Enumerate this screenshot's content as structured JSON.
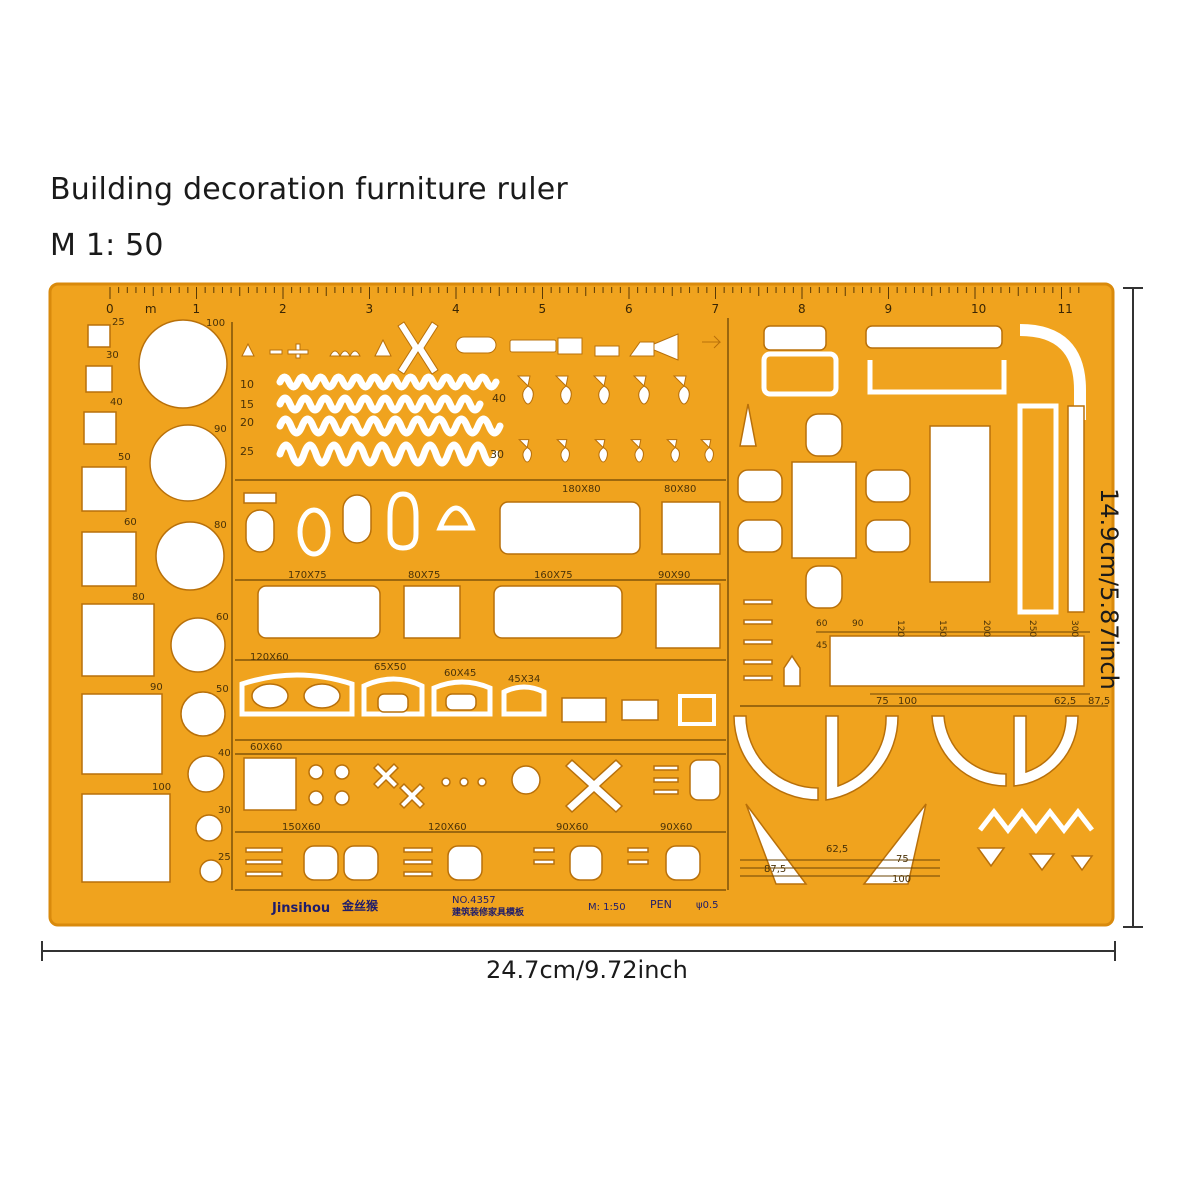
{
  "caption": {
    "title": "Building decoration furniture ruler",
    "scale": "M 1:  50"
  },
  "dimensions": {
    "width": "24.7cm/9.72inch",
    "height": "14.9cm/5.87inch"
  },
  "ruler": {
    "colors": {
      "body": "#f0a31e",
      "edge": "#d98a0c",
      "cutout": "#ffffff",
      "ink": "#4a3208"
    },
    "scale_numbers": [
      "0",
      "m",
      "1",
      "2",
      "3",
      "4",
      "5",
      "6",
      "7",
      "8",
      "9",
      "10",
      "11"
    ],
    "square_sizes": [
      "25",
      "30",
      "40",
      "50",
      "60",
      "80",
      "90",
      "100"
    ],
    "circle_sizes": [
      "100",
      "90",
      "80",
      "60",
      "50",
      "40",
      "30",
      "25"
    ],
    "wave_sizes": [
      "10",
      "15",
      "20",
      "25"
    ],
    "dot_rows": [
      "40",
      "30"
    ],
    "labels": {
      "l180x80": "180X80",
      "l80x80": "80X80",
      "l170x75": "170X75",
      "l80x75": "80X75",
      "l160x75": "160X75",
      "l90x90": "90X90",
      "l120x60": "120X60",
      "l65x50": "65X50",
      "l60x45": "60X45",
      "l45x34": "45X34",
      "l60x60": "60X60",
      "l150x60": "150X60",
      "l120x60b": "120X60",
      "l90x60a": "90X60",
      "l90x60b": "90X60"
    },
    "right_scale": [
      "60",
      "90",
      "120",
      "150",
      "200",
      "250",
      "300"
    ],
    "right_scale_bottom": [
      "75",
      "100",
      "62,5",
      "87,5"
    ],
    "stair_marks": [
      "62,5",
      "75",
      "87,5",
      "100"
    ],
    "brand": "Jinsihou",
    "brand_cn": "金丝猴",
    "model": "NO.4357",
    "model_cn": "建筑装修家具模板",
    "ratio": "M: 1:50",
    "pen": "PEN",
    "pen_size": "ψ0.5",
    "small45": "45"
  }
}
